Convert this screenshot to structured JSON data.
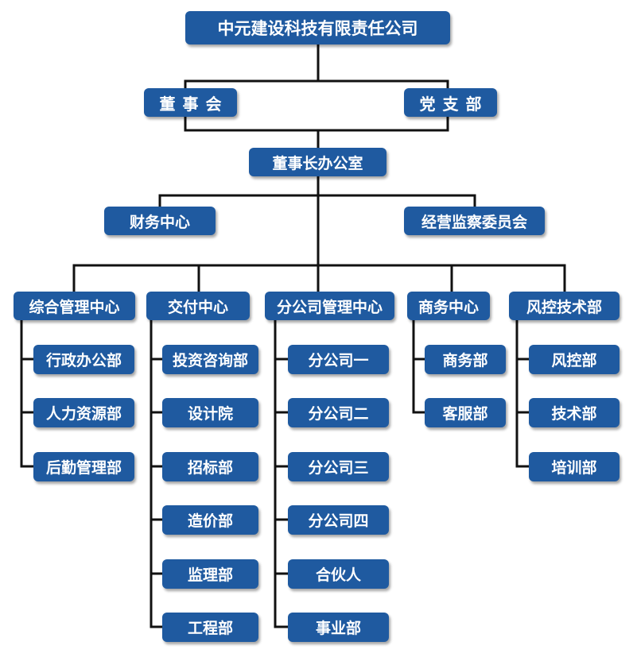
{
  "company": "中元建设科技有限责任公司",
  "board": "董事会",
  "party": "党支部",
  "chairman_office": "董事长办公室",
  "finance_center": "财务中心",
  "operation_committee": "经营监察委员会",
  "centers": [
    {
      "name": "综合管理中心",
      "depts": [
        "行政办公部",
        "人力资源部",
        "后勤管理部"
      ]
    },
    {
      "name": "交付中心",
      "depts": [
        "投资咨询部",
        "设计院",
        "招标部",
        "造价部",
        "监理部",
        "工程部"
      ]
    },
    {
      "name": "分公司管理中心",
      "depts": [
        "分公司一",
        "分公司二",
        "分公司三",
        "分公司四",
        "合伙人",
        "事业部"
      ]
    },
    {
      "name": "商务中心",
      "depts": [
        "商务部",
        "客服部"
      ]
    },
    {
      "name": "风控技术部",
      "depts": [
        "风控部",
        "技术部",
        "培训部"
      ]
    }
  ],
  "colors": {
    "box": "#1f5aa0",
    "line": "#111111"
  }
}
